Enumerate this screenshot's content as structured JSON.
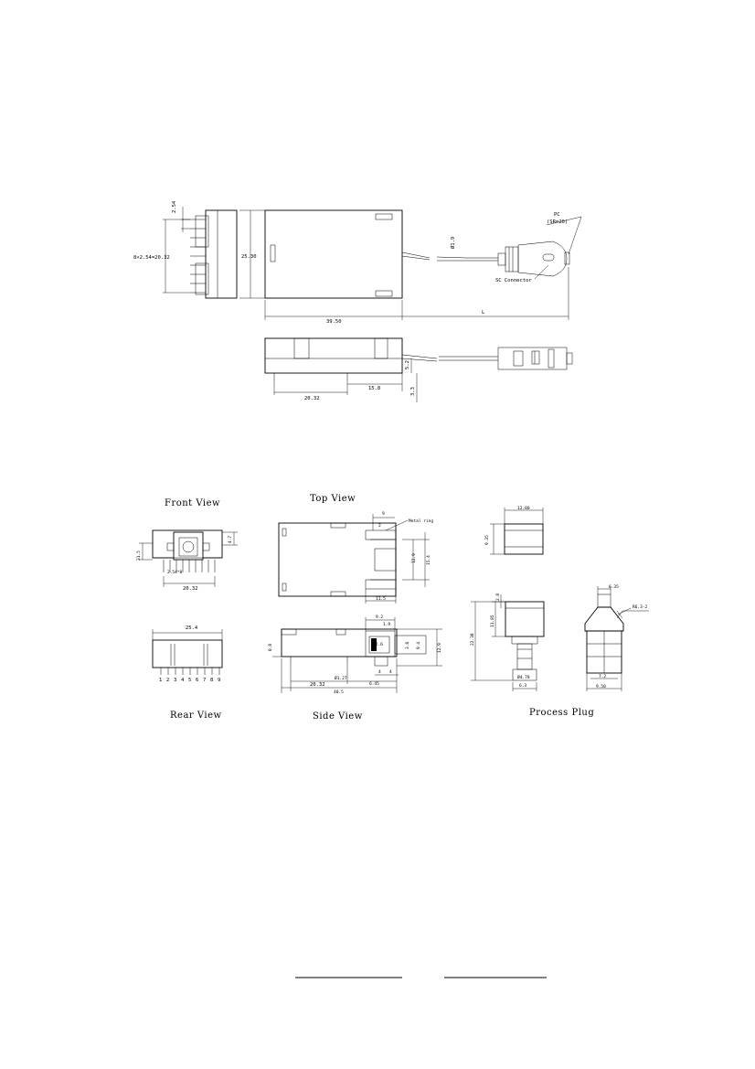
{
  "module_drawing": {
    "top_left_pitch": "2.54",
    "pin_spacing": "8×2.54=20.32",
    "height_dim": "25.30",
    "body_length": "39.50",
    "cable_dia": "Ø1.9",
    "pc_label": "PC",
    "sr_label": "(SR=20)",
    "connector_label": "SC Connector",
    "length_label": "L",
    "side_dim_a": "20.32",
    "side_dim_b": "15.8",
    "side_dim_c": "5.2",
    "side_dim_d": "3.3"
  },
  "views": {
    "front_view_title": "Front View",
    "top_view_title": "Top View",
    "rear_view_title": "Rear View",
    "side_view_title": "Side View",
    "process_plug_title": "Process   Plug"
  },
  "front_view": {
    "pin_pitch": "2.54*8",
    "width": "20.32",
    "height": "31.5",
    "right_dim": "4.7"
  },
  "top_view": {
    "dim_9": "9",
    "dim_small": "2",
    "metal_ring": "Metal ring",
    "dim_12_9": "12.9",
    "dim_15_4": "15.4",
    "dim_11_5": "11.5"
  },
  "rear_view": {
    "width": "25.4",
    "pin_numbers": [
      "1",
      "2",
      "3",
      "4",
      "5",
      "6",
      "7",
      "8",
      "9"
    ]
  },
  "side_view": {
    "dim_9_2": "9.2",
    "dim_1_9": "1.9",
    "dim_phi": "Ø2.6",
    "dim_3_8": "3.8",
    "dim_9_4": "9.4",
    "dim_12_9": "12.9",
    "dim_4_a": "4",
    "dim_4_b": "4",
    "dim_0_8": "0.8",
    "dim_20_32": "20.32",
    "dim_pins": "Ø1.27",
    "dim_6_45": "6.45",
    "dim_40_5": "40.5"
  },
  "process_plug": {
    "top_width": "12.80",
    "top_height": "9.35",
    "dim_2_8": "2.8",
    "dim_11_85": "11.85",
    "dim_22_3": "22.30",
    "dim_4_78": "Ø4.78",
    "dim_6_3": "6.3",
    "dim_6_35": "6.35",
    "dim_r": "R6.3-2",
    "dim_7_2": "7.2",
    "dim_9_5": "9.50"
  }
}
